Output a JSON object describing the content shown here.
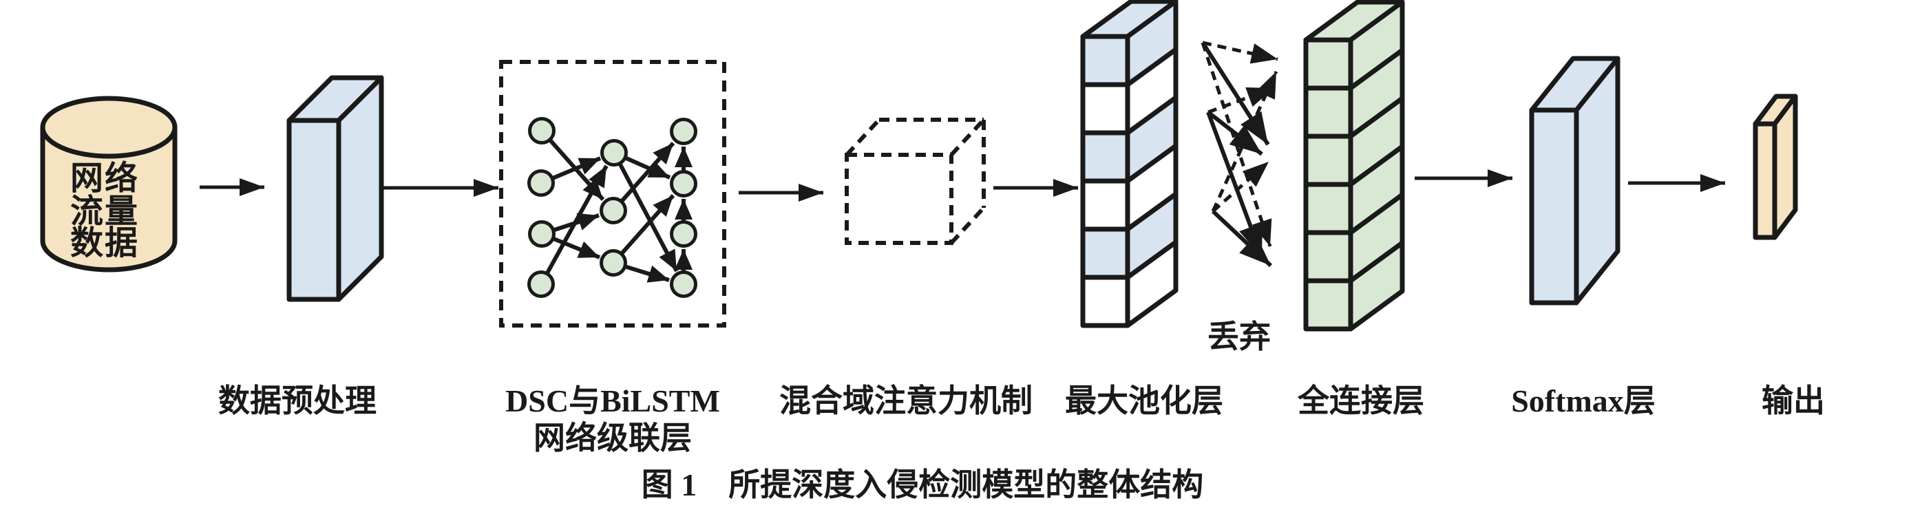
{
  "figure": {
    "type": "model-architecture-diagram",
    "caption": "图 1　所提深度入侵检测模型的整体结构"
  },
  "blocks": {
    "database": {
      "line1": "网络",
      "line2": "流量",
      "line3": "数据"
    },
    "preprocess": {
      "label": "数据预处理"
    },
    "cascade": {
      "label_line1": "DSC与BiLSTM",
      "label_line2": "网络级联层"
    },
    "attention": {
      "label": "混合域注意力机制"
    },
    "maxpool": {
      "label": "最大池化层"
    },
    "dropout": {
      "label": "丢弃"
    },
    "fc": {
      "label": "全连接层"
    },
    "softmax": {
      "label": "Softmax层"
    },
    "output": {
      "label": "输出"
    }
  },
  "colors": {
    "tan": "#f5e3c2",
    "blue": "#d8e4f0",
    "green": "#d8e8d4",
    "ink": "#1a1a1a",
    "background": "#ffffff"
  }
}
